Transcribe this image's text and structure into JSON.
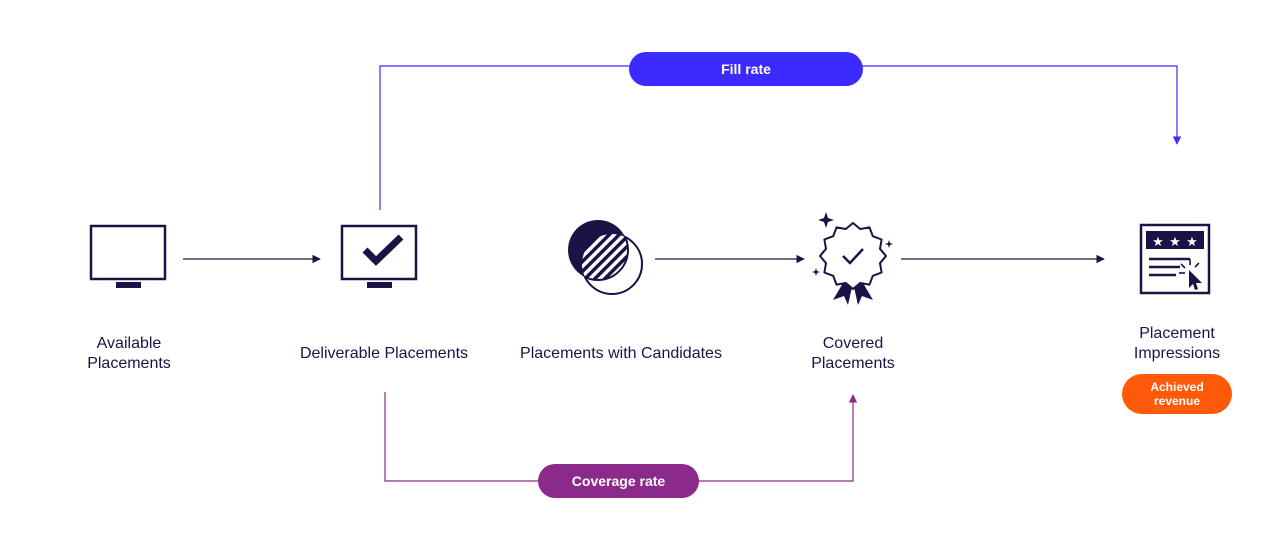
{
  "colors": {
    "navy": "#1a1446",
    "fill_rate": "#3b2bff",
    "coverage_rate": "#8b2a8b",
    "achieved_revenue": "#ff5a0a"
  },
  "stages": [
    {
      "line1": "Available",
      "line2": "Placements",
      "icon": "monitor-icon"
    },
    {
      "line1": "Deliverable Placements",
      "line2": "",
      "icon": "monitor-check-icon"
    },
    {
      "line1": "Placements with Candidates",
      "line2": "",
      "icon": "overlapping-circles-icon"
    },
    {
      "line1": "Covered",
      "line2": "Placements",
      "icon": "badge-check-icon"
    },
    {
      "line1": "Placement",
      "line2": "Impressions",
      "icon": "rated-page-click-icon"
    }
  ],
  "metrics": {
    "fill_rate": "Fill rate",
    "coverage_rate": "Coverage rate",
    "achieved_revenue_line1": "Achieved",
    "achieved_revenue_line2": "revenue"
  }
}
